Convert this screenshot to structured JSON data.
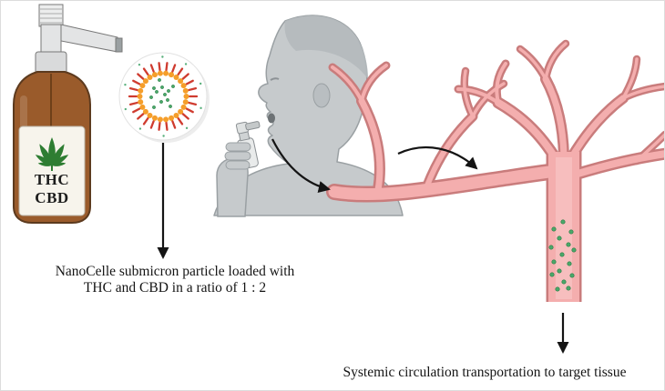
{
  "figure": {
    "bottle": {
      "label_line1": "THC",
      "label_line2": "CBD"
    },
    "captions": {
      "nanocelle_line1": "NanoCelle submicron particle loaded with",
      "nanocelle_line2": "THC and CBD in a ratio of 1 : 2",
      "systemic": "Systemic circulation transportation to target tissue"
    },
    "icons": {
      "cannabis_leaf": "cannabis-leaf-icon",
      "micelle": "nanocelle-micelle-icon",
      "down_arrow": "down-arrow-icon",
      "curved_arrow": "curved-flow-arrow-icon"
    },
    "colors": {
      "bottle_amber": "#9a5b2b",
      "leaf_green": "#2e7d32",
      "vessel_pink": "#f4aeae",
      "vessel_outline": "#c97c7c",
      "particle_orange": "#f59e2a",
      "particle_red": "#cf3b2f",
      "payload_green": "#49a86a",
      "figure_gray": "#c6cacc",
      "arrow_black": "#141414"
    }
  }
}
